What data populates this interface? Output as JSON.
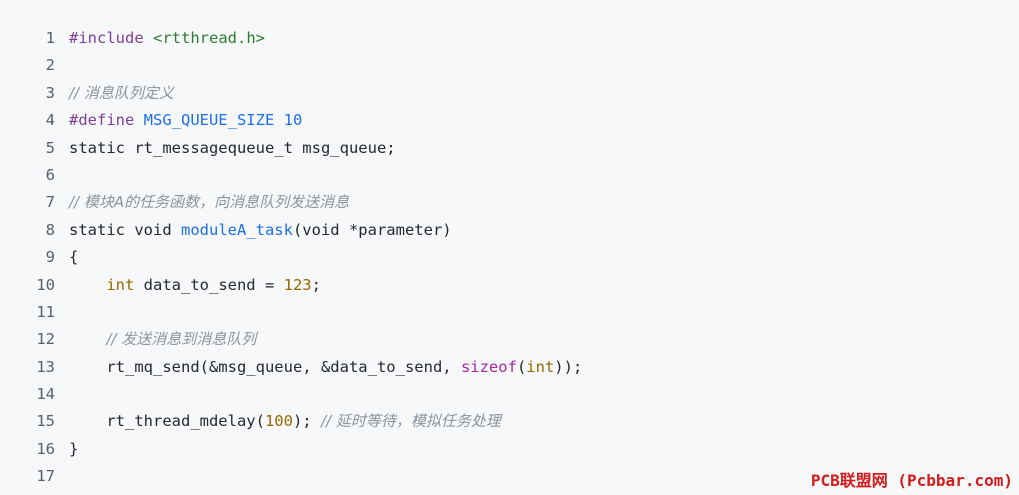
{
  "code": {
    "lines": [
      {
        "n": "1",
        "tokens": [
          {
            "t": "#include ",
            "c": "kw-pre"
          },
          {
            "t": "<rtthread.h>",
            "c": "str"
          }
        ]
      },
      {
        "n": "2",
        "tokens": []
      },
      {
        "n": "3",
        "tokens": [
          {
            "t": "// 消息队列定义",
            "c": "cmt"
          }
        ]
      },
      {
        "n": "4",
        "tokens": [
          {
            "t": "#define ",
            "c": "kw-pre"
          },
          {
            "t": "MSG_QUEUE_SIZE 10",
            "c": "macro"
          }
        ]
      },
      {
        "n": "5",
        "tokens": [
          {
            "t": "static rt_messagequeue_t msg_queue;",
            "c": ""
          }
        ]
      },
      {
        "n": "6",
        "tokens": []
      },
      {
        "n": "7",
        "tokens": [
          {
            "t": "// 模块A的任务函数，向消息队列发送消息",
            "c": "cmt"
          }
        ]
      },
      {
        "n": "8",
        "tokens": [
          {
            "t": "static void ",
            "c": ""
          },
          {
            "t": "moduleA_task",
            "c": "fn"
          },
          {
            "t": "(void *parameter)",
            "c": ""
          }
        ]
      },
      {
        "n": "9",
        "tokens": [
          {
            "t": "{",
            "c": ""
          }
        ]
      },
      {
        "n": "10",
        "tokens": [
          {
            "t": "    ",
            "c": ""
          },
          {
            "t": "int",
            "c": "type"
          },
          {
            "t": " data_to_send = ",
            "c": ""
          },
          {
            "t": "123",
            "c": "num"
          },
          {
            "t": ";",
            "c": ""
          }
        ]
      },
      {
        "n": "11",
        "tokens": []
      },
      {
        "n": "12",
        "tokens": [
          {
            "t": "    ",
            "c": ""
          },
          {
            "t": "// 发送消息到消息队列",
            "c": "cmt"
          }
        ]
      },
      {
        "n": "13",
        "tokens": [
          {
            "t": "    rt_mq_send(&msg_queue, &data_to_send, ",
            "c": ""
          },
          {
            "t": "sizeof",
            "c": "kw"
          },
          {
            "t": "(",
            "c": ""
          },
          {
            "t": "int",
            "c": "type"
          },
          {
            "t": "));",
            "c": ""
          }
        ]
      },
      {
        "n": "14",
        "tokens": []
      },
      {
        "n": "15",
        "tokens": [
          {
            "t": "    rt_thread_mdelay(",
            "c": ""
          },
          {
            "t": "100",
            "c": "num"
          },
          {
            "t": "); ",
            "c": ""
          },
          {
            "t": "// 延时等待，模拟任务处理",
            "c": "cmt"
          }
        ]
      },
      {
        "n": "16",
        "tokens": [
          {
            "t": "}",
            "c": ""
          }
        ]
      },
      {
        "n": "17",
        "tokens": []
      }
    ]
  },
  "watermark": "PCB联盟网 (Pcbbar.com)"
}
